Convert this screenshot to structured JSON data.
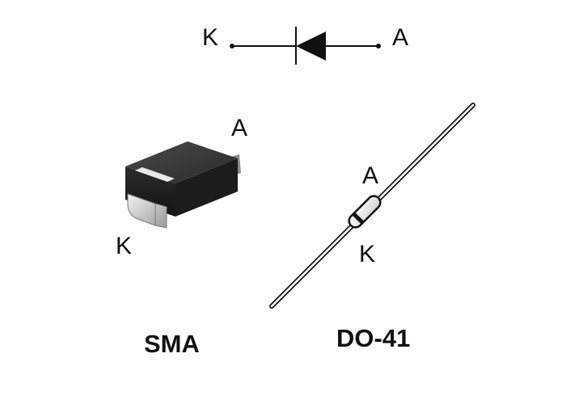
{
  "symbol": {
    "cathode_label": "K",
    "anode_label": "A"
  },
  "sma": {
    "anode_label": "A",
    "cathode_label": "K",
    "package_name": "SMA"
  },
  "do41": {
    "anode_label": "A",
    "cathode_label": "K",
    "package_name": "DO-41"
  }
}
